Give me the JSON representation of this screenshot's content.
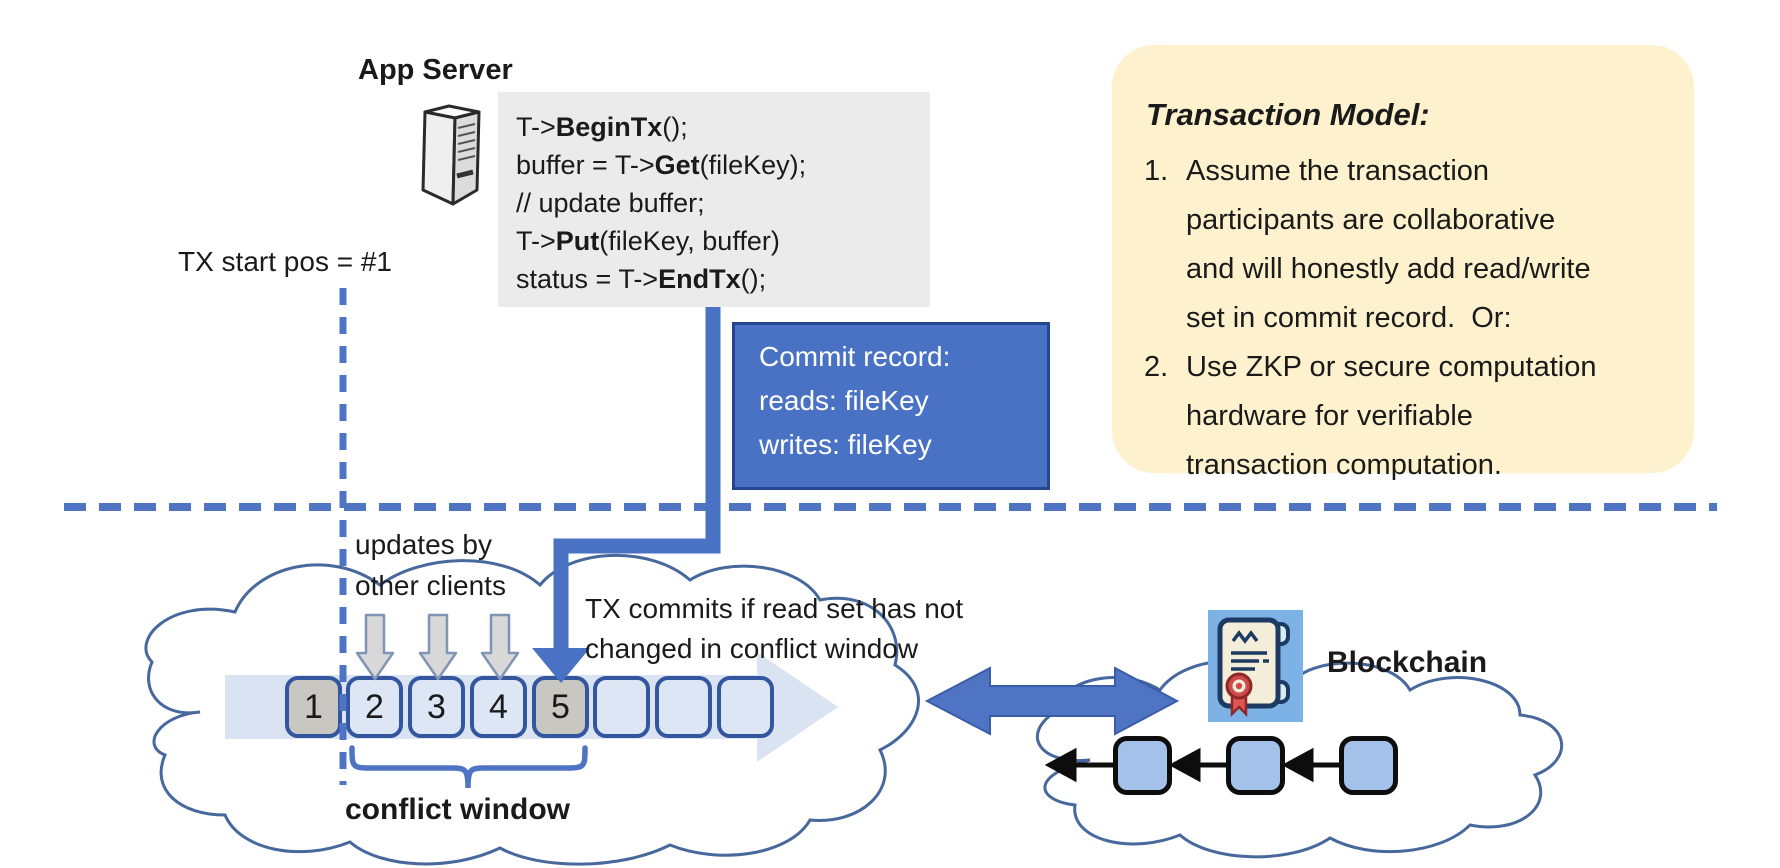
{
  "titles": {
    "app_server": "App Server",
    "blockchain": "Blockchain"
  },
  "code_block": {
    "lines": [
      {
        "pre": "T->",
        "bold": "BeginTx",
        "post": "();"
      },
      {
        "pre": "buffer = T->",
        "bold": "Get",
        "post": "(fileKey);"
      },
      {
        "pre": "// update buffer;",
        "bold": "",
        "post": ""
      },
      {
        "pre": "T->",
        "bold": "Put",
        "post": "(fileKey, buffer)"
      },
      {
        "pre": "status = T->",
        "bold": "EndTx",
        "post": "();"
      }
    ]
  },
  "commit_record": {
    "line1": "Commit record:",
    "line2": "reads: fileKey",
    "line3": "writes: fileKey"
  },
  "transaction_model": {
    "title": "Transaction Model:",
    "items": [
      {
        "num": "1.",
        "text": "Assume the transaction\nparticipants are collaborative\nand will honestly add read/write\nset in commit record.  Or:"
      },
      {
        "num": "2.",
        "text": "Use ZKP or secure computation\nhardware for verifiable\ntransaction computation."
      }
    ]
  },
  "annotations": {
    "tx_start_pos": "TX start pos = #1",
    "updates_line1": "updates by",
    "updates_line2": "other clients",
    "tx_commits_line1": "TX commits if read set has not",
    "tx_commits_line2": "changed in conflict window",
    "conflict_window": "conflict window"
  },
  "ledger": {
    "blocks": [
      {
        "label": "1"
      },
      {
        "label": "2"
      },
      {
        "label": "3"
      },
      {
        "label": "4"
      },
      {
        "label": "5"
      },
      {
        "label": ""
      },
      {
        "label": ""
      },
      {
        "label": ""
      }
    ]
  },
  "icons": {
    "server": "server-tower-icon",
    "certificate": "certificate-scroll-icon"
  },
  "colors": {
    "accent_blue": "#4a72c4",
    "commit_border": "#24478f",
    "yellow_bg": "#fdf2cd",
    "code_bg": "#ebebeb",
    "cloud_stroke": "#47689c",
    "band_fill": "#dae3f2",
    "block_border": "#33569e",
    "block_light_fill": "#dce6f4",
    "block_gray_fill": "#c8c7c1",
    "chain_block_fill": "#a4c2e9",
    "certificate_bg": "#7cb2e5",
    "gray_arrow_fill": "#d8d8d8"
  }
}
